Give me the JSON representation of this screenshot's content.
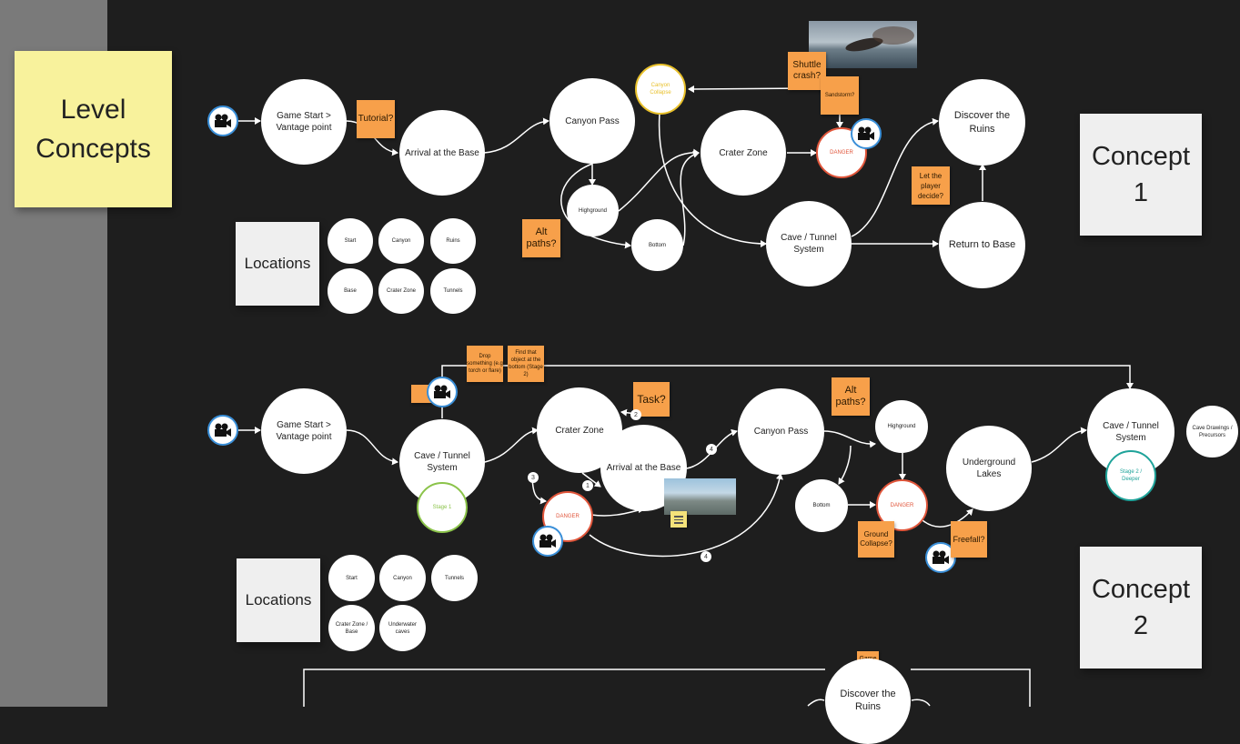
{
  "title_sticky": {
    "line1": "Level",
    "line2": "Concepts"
  },
  "concept1": {
    "label_line1": "Concept",
    "label_line2": "1",
    "locations_title": "Locations",
    "locations": [
      "Start",
      "Canyon",
      "Ruins",
      "Base",
      "Crater Zone",
      "Tunnels"
    ],
    "nodes": {
      "game_start": "Game Start > Vantage point",
      "arrival": "Arrival at the Base",
      "canyon_pass": "Canyon Pass",
      "canyon_collapse": "Canyon Collapse",
      "highground": "Highground",
      "bottom": "Bottom",
      "crater_zone": "Crater Zone",
      "danger": "DANGER",
      "cave": "Cave / Tunnel System",
      "discover": "Discover the Ruins",
      "return": "Return to Base"
    },
    "notes": {
      "tutorial": "Tutorial?",
      "alt_paths": "Alt paths?",
      "shuttle": "Shuttle crash?",
      "sandstorm": "Sandstorm?",
      "let_player": "Let the player decide?"
    }
  },
  "concept2": {
    "label_line1": "Concept",
    "label_line2": "2",
    "locations_title": "Locations",
    "locations": [
      "Start",
      "Canyon",
      "Tunnels",
      "Crater Zone / Base",
      "Underwater caves"
    ],
    "nodes": {
      "game_start": "Game Start > Vantage point",
      "cave": "Cave / Tunnel System",
      "stage1": "Stage 1",
      "crater_zone": "Crater Zone",
      "arrival": "Arrival at the Base",
      "danger_left": "DANGER",
      "canyon_pass": "Canyon Pass",
      "highground": "Highground",
      "bottom": "Bottom",
      "danger_right": "DANGER",
      "underground": "Underground Lakes",
      "cave2": "Cave / Tunnel System",
      "stage2": "Stage 2 / Deeper",
      "cave_drawings": "Cave Drawings / Precursors"
    },
    "notes": {
      "drop": "Drop something (e.g torch or flare)",
      "find": "Find that object at the bottom (Stage 2)",
      "task": "Task?",
      "alt_paths": "Alt paths?",
      "ground_collapse": "Ground Collapse?",
      "freefall": "Freefall?"
    },
    "badges": [
      "2",
      "3",
      "1",
      "4",
      "4"
    ]
  },
  "concept3": {
    "game_end": "Game End?",
    "discover": "Discover the Ruins"
  },
  "icons": {
    "camera": "movie-camera-icon",
    "note": "sticky-note-icon"
  },
  "colors": {
    "danger": "#e0553a",
    "stage1": "#8bc34a",
    "stage2": "#1fa39a",
    "camera_ring": "#3a8fd8",
    "canyon_collapse": "#e8c02a",
    "note": "#f7a04a"
  }
}
